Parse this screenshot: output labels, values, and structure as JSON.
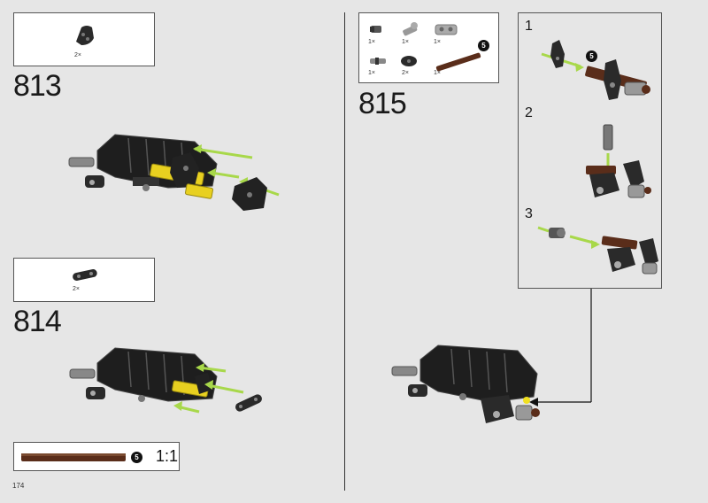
{
  "page": {
    "number": "174"
  },
  "steps": [
    {
      "number": "813",
      "parts": [
        {
          "qty": "2×",
          "icon": "wedge-panel-icon"
        }
      ]
    },
    {
      "number": "814",
      "parts": [
        {
          "qty": "2×",
          "icon": "beam-connector-icon"
        }
      ]
    },
    {
      "number": "815",
      "parts": [
        {
          "qty": "1×",
          "icon": "pin-icon"
        },
        {
          "qty": "1×",
          "icon": "axle-joint-icon"
        },
        {
          "qty": "1×",
          "icon": "connector-block-icon"
        },
        {
          "qty": "1×",
          "icon": "short-pin-icon"
        },
        {
          "qty": "2×",
          "icon": "round-connector-icon"
        },
        {
          "qty": "1×",
          "icon": "axle-5-icon",
          "badge": "5"
        }
      ],
      "substeps": [
        {
          "label": "1",
          "badge": "5"
        },
        {
          "label": "2"
        },
        {
          "label": "3"
        }
      ]
    }
  ],
  "scale_guide": {
    "badge": "5",
    "ratio": "1:1"
  },
  "colors": {
    "background": "#e6e6e6",
    "axle": "#5a2d1a",
    "accent": "#f0e020",
    "arrow": "#a8d84a"
  }
}
